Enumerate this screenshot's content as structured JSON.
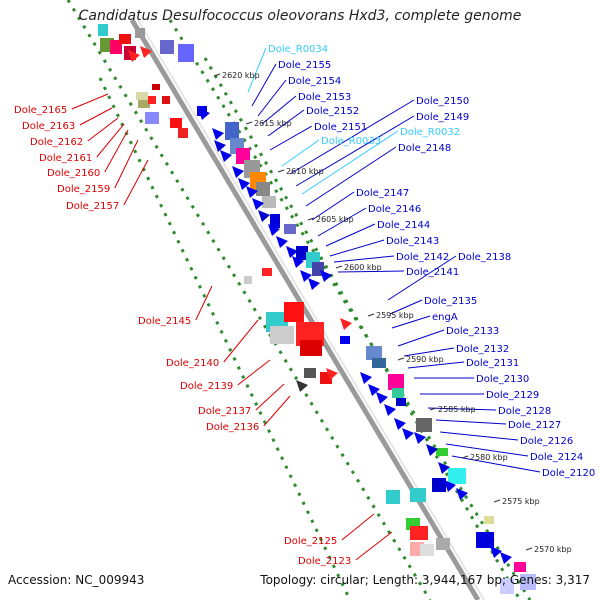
{
  "title": "Candidatus Desulfococcus oleovorans Hxd3, complete genome",
  "footer": {
    "accession_label": "Accession:",
    "accession_value": "NC_009943",
    "topology_label": "Topology:",
    "topology_value": "circular;",
    "length_label": "Length:",
    "length_value": "3,944,167 bp;",
    "genes_label": "Genes:",
    "genes_value": "3,317"
  },
  "colors": {
    "backbone": "#8c8c8c",
    "dots": "#2e8b2e",
    "left_labels": "#dd0000",
    "right_labels": "#0000cc",
    "rna_labels": "#33ccff"
  },
  "ticks": [
    "2620 kbp",
    "2615 kbp",
    "2610 kbp",
    "2605 kbp",
    "2600 kbp",
    "2595 kbp",
    "2590 kbp",
    "2585 kbp",
    "2580 kbp",
    "2575 kbp",
    "2570 kbp"
  ],
  "left_labels": [
    "Dole_2165",
    "Dole_2163",
    "Dole_2162",
    "Dole_2161",
    "Dole_2160",
    "Dole_2159",
    "Dole_2157",
    "Dole_2145",
    "Dole_2140",
    "Dole_2139",
    "Dole_2137",
    "Dole_2136",
    "Dole_2125",
    "Dole_2123"
  ],
  "right_labels": [
    "Dole_R0034",
    "Dole_2155",
    "Dole_2154",
    "Dole_2153",
    "Dole_2152",
    "Dole_2151",
    "Dole_R0033",
    "Dole_2150",
    "Dole_2149",
    "Dole_R0032",
    "Dole_2148",
    "Dole_2147",
    "Dole_2146",
    "Dole_2144",
    "Dole_2143",
    "Dole_2142",
    "Dole_2138",
    "Dole_2141",
    "Dole_2135",
    "engA",
    "Dole_2133",
    "Dole_2132",
    "Dole_2131",
    "Dole_2130",
    "Dole_2129",
    "Dole_2128",
    "Dole_2127",
    "Dole_2126",
    "Dole_2124",
    "Dole_2120"
  ]
}
